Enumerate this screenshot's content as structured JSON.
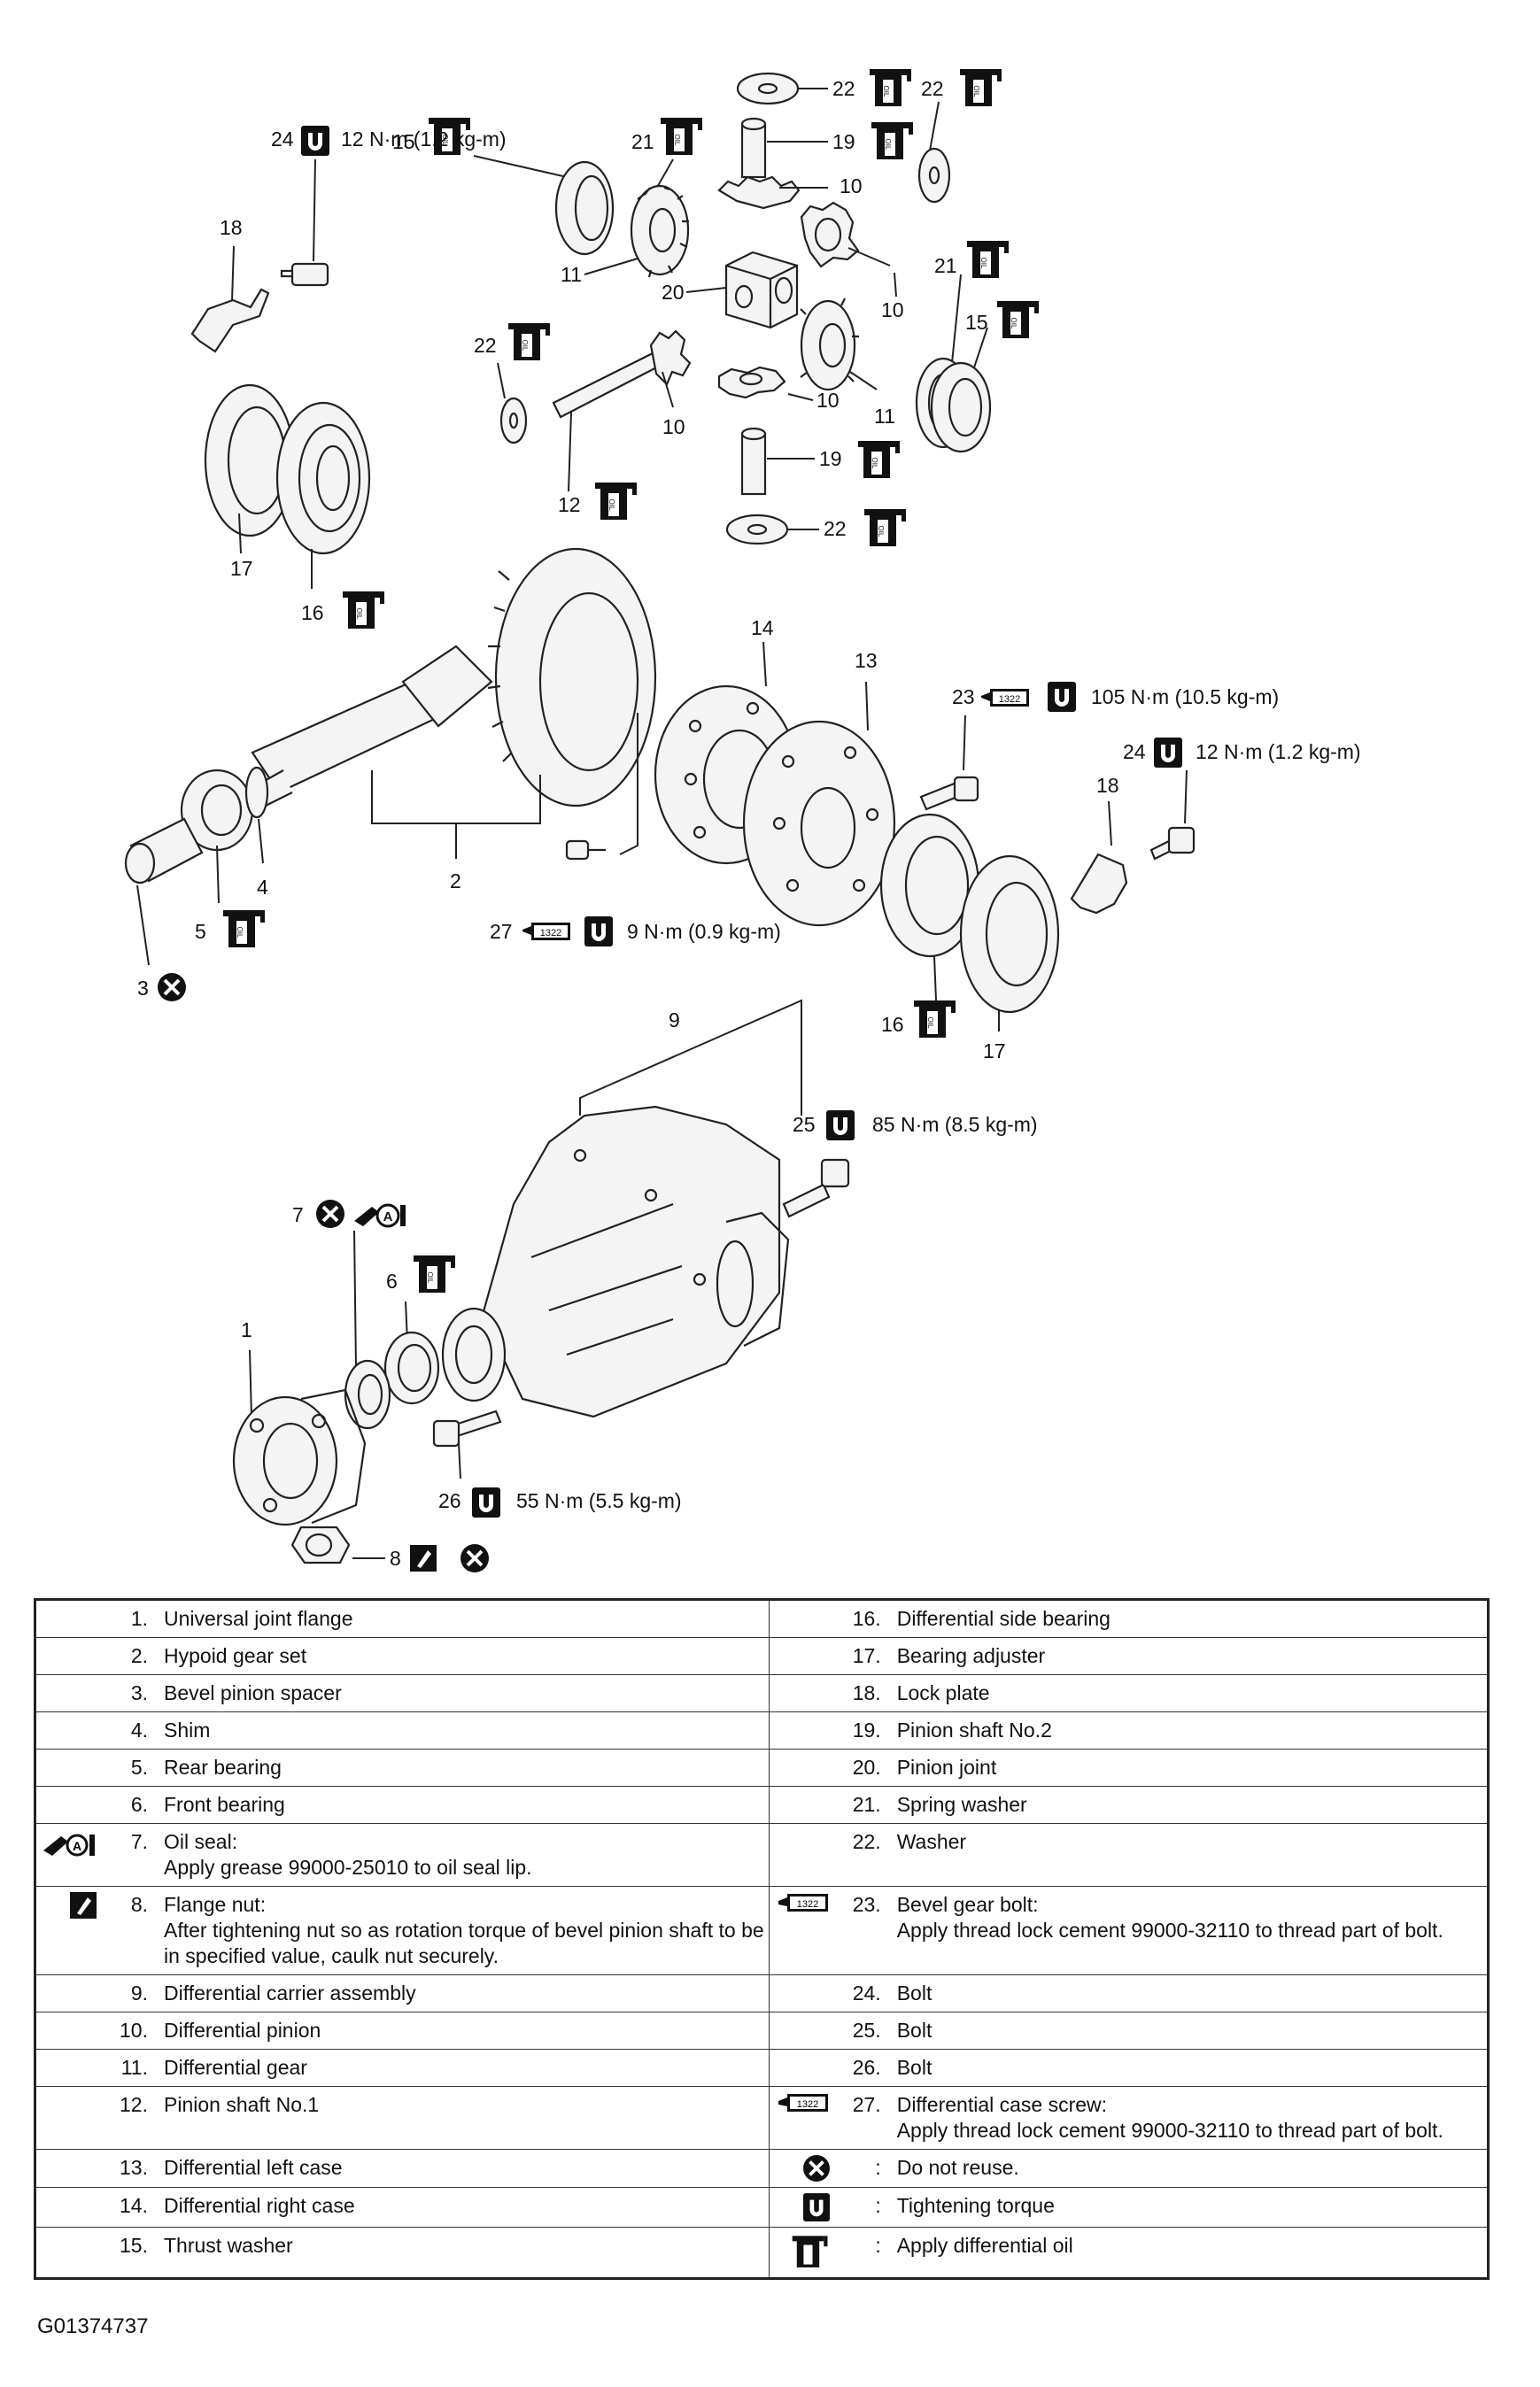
{
  "callouts": {
    "c1": "1",
    "c2": "2",
    "c3": "3",
    "c4": "4",
    "c5": "5",
    "c6": "6",
    "c7": "7",
    "c8": "8",
    "c9": "9",
    "c10a": "10",
    "c10b": "10",
    "c10c": "10",
    "c10d": "10",
    "c11a": "11",
    "c11b": "11",
    "c12": "12",
    "c13": "13",
    "c14": "14",
    "c15a": "15",
    "c15b": "15",
    "c16a": "16",
    "c16b": "16",
    "c17a": "17",
    "c17b": "17",
    "c18a": "18",
    "c18b": "18",
    "c19a": "19",
    "c19b": "19",
    "c20": "20",
    "c21a": "21",
    "c21b": "21",
    "c22a": "22",
    "c22b": "22",
    "c22c": "22",
    "c22d": "22",
    "c23": "23",
    "c24a": "24",
    "c24b": "24",
    "c25": "25",
    "c26": "26",
    "c27": "27"
  },
  "torques": {
    "t24a": "12 N·m (1.2 kg-m)",
    "t24b": "12 N·m (1.2 kg-m)",
    "t23": "105 N·m (10.5 kg-m)",
    "t27": "9 N·m (0.9 kg-m)",
    "t25": "85 N·m (8.5 kg-m)",
    "t26": "55 N·m (5.5 kg-m)"
  },
  "lock_code": "1322",
  "legend": {
    "left": [
      {
        "num": "1.",
        "text": "Universal joint flange"
      },
      {
        "num": "2.",
        "text": "Hypoid gear set"
      },
      {
        "num": "3.",
        "text": "Bevel pinion spacer"
      },
      {
        "num": "4.",
        "text": "Shim"
      },
      {
        "num": "5.",
        "text": "Rear bearing"
      },
      {
        "num": "6.",
        "text": "Front bearing"
      },
      {
        "num": "7.",
        "text": "Oil seal:",
        "sub": "Apply grease 99000-25010 to oil seal lip.",
        "icon": "grease-icon"
      },
      {
        "num": "8.",
        "text": "Flange nut:",
        "sub": "After tightening nut so as rotation torque of bevel pinion shaft to be in specified value, caulk nut securely.",
        "icon": "caulk-icon"
      },
      {
        "num": "9.",
        "text": "Differential carrier assembly"
      },
      {
        "num": "10.",
        "text": "Differential pinion"
      },
      {
        "num": "11.",
        "text": "Differential gear"
      },
      {
        "num": "12.",
        "text": "Pinion shaft No.1"
      },
      {
        "num": "13.",
        "text": "Differential left case"
      },
      {
        "num": "14.",
        "text": "Differential right case"
      },
      {
        "num": "15.",
        "text": "Thrust washer"
      }
    ],
    "right": [
      {
        "num": "16.",
        "text": "Differential side bearing"
      },
      {
        "num": "17.",
        "text": "Bearing adjuster"
      },
      {
        "num": "18.",
        "text": "Lock plate"
      },
      {
        "num": "19.",
        "text": "Pinion shaft No.2"
      },
      {
        "num": "20.",
        "text": "Pinion joint"
      },
      {
        "num": "21.",
        "text": "Spring washer"
      },
      {
        "num": "22.",
        "text": "Washer"
      },
      {
        "num": "23.",
        "text": "Bevel gear bolt:",
        "sub": "Apply thread lock cement 99000-32110 to thread part of bolt.",
        "icon": "thread-lock-icon"
      },
      {
        "num": "24.",
        "text": "Bolt"
      },
      {
        "num": "25.",
        "text": "Bolt"
      },
      {
        "num": "26.",
        "text": "Bolt"
      },
      {
        "num": "27.",
        "text": "Differential case screw:",
        "sub": "Apply thread lock cement 99000-32110 to thread part of bolt.",
        "icon": "thread-lock-icon"
      },
      {
        "num": ":",
        "text": "Do not reuse.",
        "icon": "do-not-reuse-icon"
      },
      {
        "num": ":",
        "text": "Tightening torque",
        "icon": "torque-icon"
      },
      {
        "num": ":",
        "text": "Apply differential oil",
        "icon": "oil-icon"
      }
    ]
  },
  "oil_label": "OIL",
  "figure_id": "G01374737"
}
